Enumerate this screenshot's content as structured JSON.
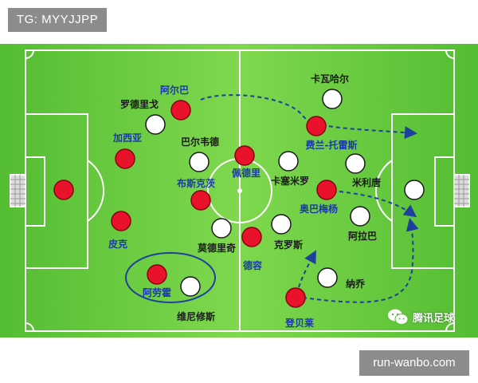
{
  "tag": "TG: MYYJJPP",
  "footer": "run-wanbo.com",
  "watermark": {
    "text": "腾讯足球",
    "icon": "wechat-icon"
  },
  "colors": {
    "red_team": "#e8132a",
    "white_team": "#ffffff",
    "red_label": "#1a3aa8",
    "white_label": "#1a1a1a",
    "arrow": "#1e3f9e",
    "lines": "#ffffff"
  },
  "players": [
    {
      "id": "left-gk",
      "team": "red",
      "label": ""
    },
    {
      "id": "alba",
      "team": "red",
      "label": "阿尔巴"
    },
    {
      "id": "jordi",
      "team": "white",
      "label": "罗德里戈"
    },
    {
      "id": "garcia",
      "team": "red",
      "label": "加西亚"
    },
    {
      "id": "valverde",
      "team": "white",
      "label": "巴尔韦德"
    },
    {
      "id": "pedri",
      "team": "red",
      "label": "佩德里"
    },
    {
      "id": "busquets",
      "team": "red",
      "label": "布斯克茨"
    },
    {
      "id": "pique",
      "team": "red",
      "label": "皮克"
    },
    {
      "id": "modric",
      "team": "white",
      "label": "莫德里奇"
    },
    {
      "id": "dejong",
      "team": "red",
      "label": "德容"
    },
    {
      "id": "araujo",
      "team": "red",
      "label": "阿劳霍"
    },
    {
      "id": "vinicius",
      "team": "white",
      "label": "维尼修斯"
    },
    {
      "id": "kross",
      "team": "white",
      "label": "克罗斯"
    },
    {
      "id": "casemiro",
      "team": "white",
      "label": "卡塞米罗"
    },
    {
      "id": "torres",
      "team": "red",
      "label": "费兰-托雷斯"
    },
    {
      "id": "carvajal",
      "team": "white",
      "label": "卡瓦哈尔"
    },
    {
      "id": "militao",
      "team": "white",
      "label": "米利唐"
    },
    {
      "id": "aubameyang",
      "team": "red",
      "label": "奥巴梅杨"
    },
    {
      "id": "alaba",
      "team": "white",
      "label": "阿拉巴"
    },
    {
      "id": "nacho",
      "team": "white",
      "label": "纳乔"
    },
    {
      "id": "dembele",
      "team": "red",
      "label": "登贝莱"
    },
    {
      "id": "right-gk",
      "team": "white",
      "label": ""
    }
  ]
}
